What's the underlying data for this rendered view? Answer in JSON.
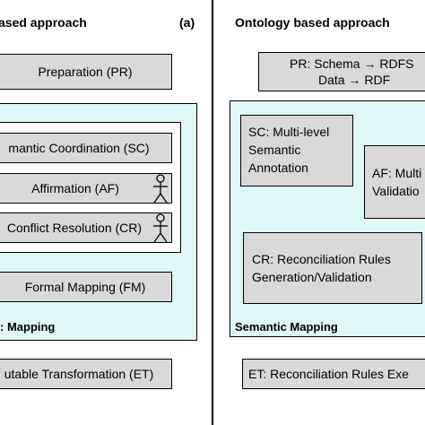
{
  "left": {
    "title": "ased approach",
    "panel_tag": "(a)",
    "preparation": "Preparation (PR)",
    "semantic_coordination": "mantic Coordination (SC)",
    "affirmation": "Affirmation (AF)",
    "conflict_resolution": "Conflict Resolution (CR)",
    "formal_mapping": "Formal Mapping (FM)",
    "group_label": ": Mapping",
    "executable_transformation": "utable Transformation (ET)"
  },
  "right": {
    "title": "Ontology based approach",
    "pr_line1": "PR: Schema → RDFS",
    "pr_line2": "Data → RDF",
    "sc_line1": "SC: Multi-level",
    "sc_line2": "Semantic",
    "sc_line3": "Annotation",
    "af_line1": "AF: Multi",
    "af_line2": "Validatio",
    "cr_line1": "CR: Reconciliation Rules",
    "cr_line2": "Generation/Validation",
    "group_label": "Semantic Mapping",
    "et": "ET: Reconciliation Rules Exe"
  },
  "icons": [
    "person-icon",
    "person-icon"
  ],
  "colors": {
    "box_fill": "#d9d9d9",
    "group_fill": "#dff7f7",
    "inner_group_fill": "#ffffff"
  }
}
